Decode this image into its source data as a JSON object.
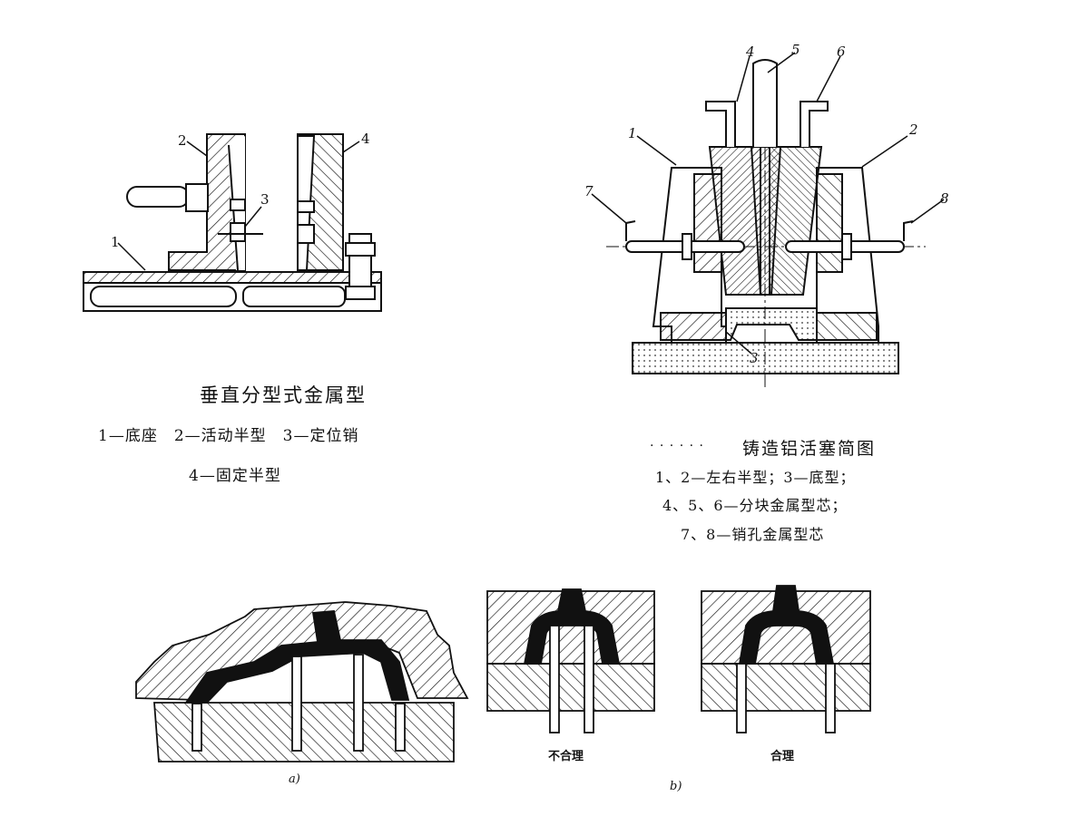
{
  "fig_left": {
    "title": "垂直分型式金属型",
    "legend_line1": "1—底座　2—活动半型　3—定位销",
    "legend_line2": "4—固定半型",
    "callouts": [
      "1",
      "2",
      "3",
      "4"
    ]
  },
  "fig_right": {
    "dots": ". . . .   . .",
    "title": "铸造铝活塞简图",
    "legend_line1": "1、2—左右半型；3—底型；",
    "legend_line2": "4、5、6—分块金属型芯；",
    "legend_line3": "7、8—销孔金属型芯",
    "callouts": [
      "1",
      "2",
      "3",
      "4",
      "5",
      "6",
      "7",
      "8"
    ]
  },
  "fig_bottom": {
    "label_a": "a)",
    "label_b": "b)",
    "label_bad": "不合理",
    "label_good": "合理"
  }
}
